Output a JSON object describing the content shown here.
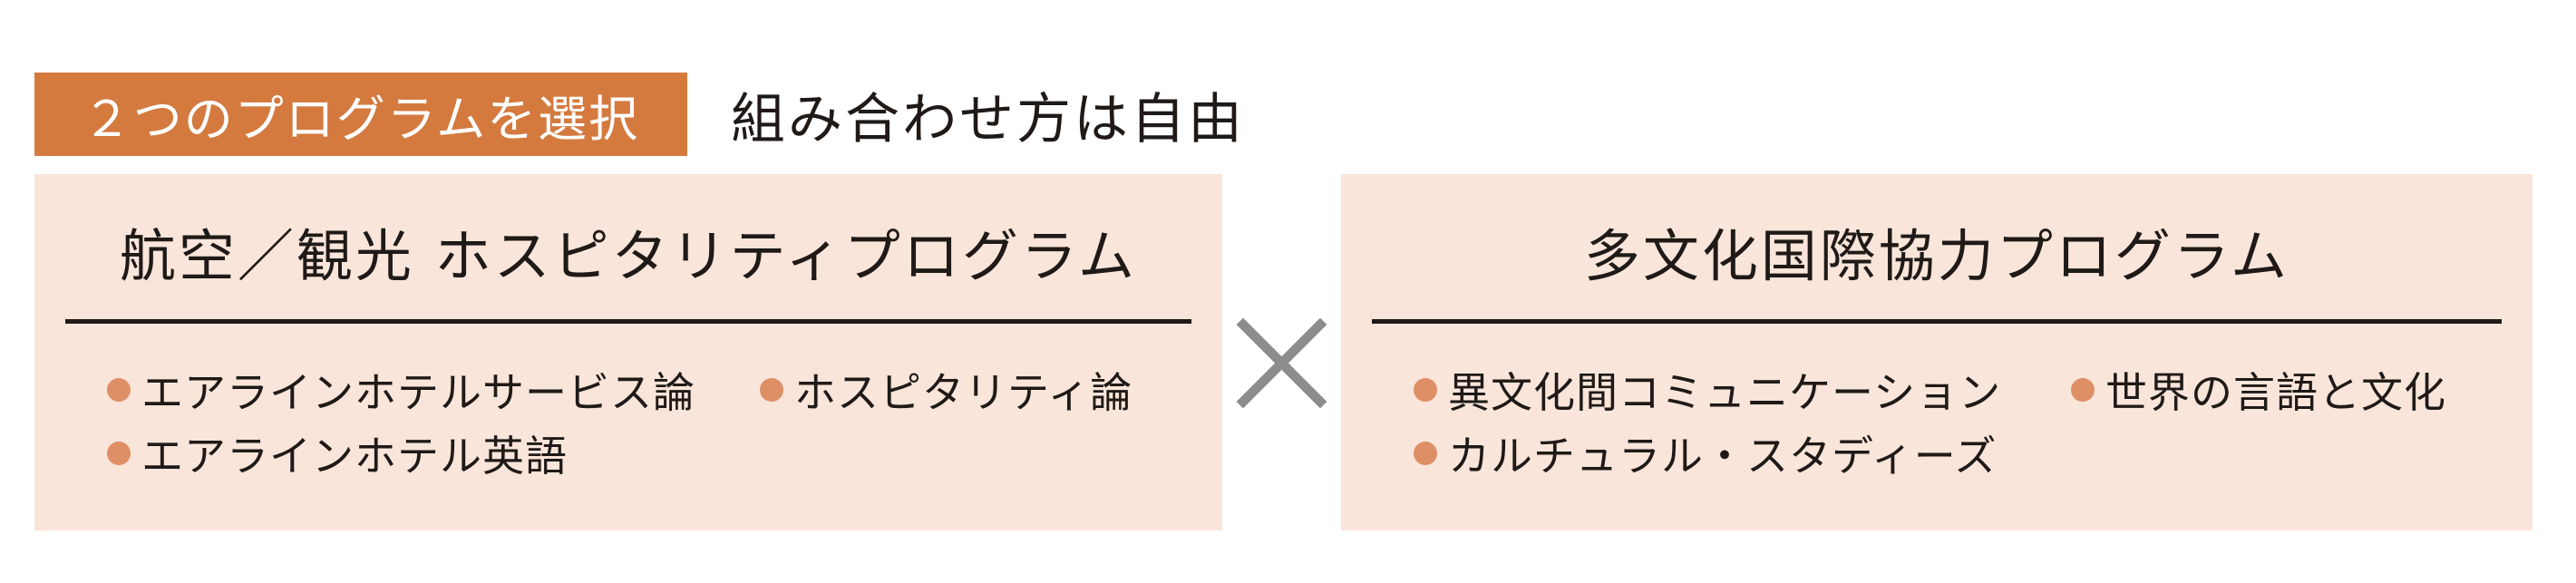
{
  "header": {
    "badge": "２つのプログラムを選択",
    "subtitle": "組み合わせ方は自由"
  },
  "programs": [
    {
      "title": "航空／観光 ホスピタリティプログラム",
      "items": [
        "エアラインホテルサービス論",
        "ホスピタリティ論",
        "エアラインホテル英語"
      ]
    },
    {
      "title": "多文化国際協力プログラム",
      "items": [
        "異文化間コミュニケーション",
        "世界の言語と文化",
        "カルチュラル・スタディーズ"
      ]
    }
  ],
  "colors": {
    "accent": "#d47a3f",
    "panel": "#f9e5da",
    "bullet": "#df8f66",
    "times": "#8c8c8c"
  },
  "icons": {
    "bullet": "bullet-dot-icon",
    "combine": "times-icon"
  }
}
